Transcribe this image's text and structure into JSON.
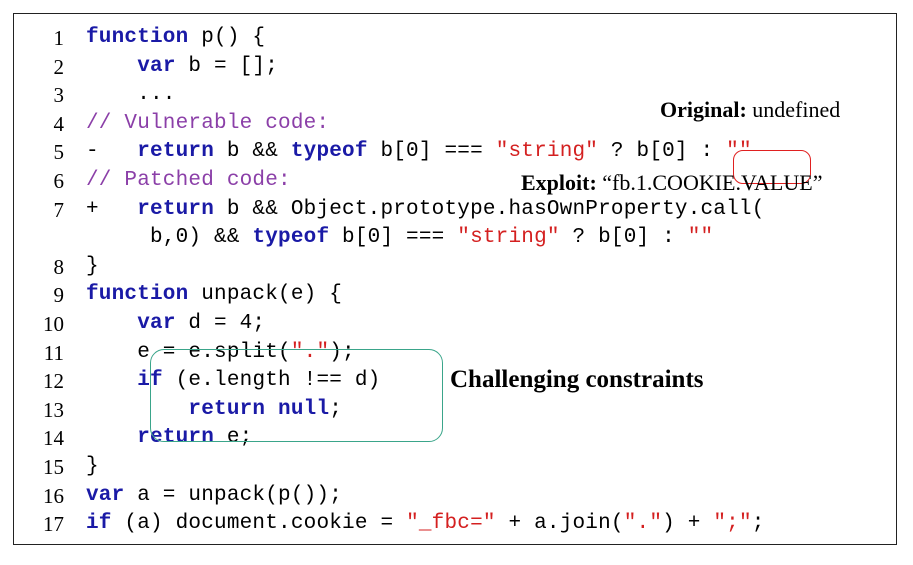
{
  "lines": [
    {
      "n": "1",
      "tokens": [
        {
          "t": "function",
          "c": "kw"
        },
        {
          "t": " p() {",
          "c": ""
        }
      ]
    },
    {
      "n": "2",
      "tokens": [
        {
          "t": "    ",
          "c": ""
        },
        {
          "t": "var",
          "c": "kw"
        },
        {
          "t": " b = [];",
          "c": ""
        }
      ]
    },
    {
      "n": "3",
      "tokens": [
        {
          "t": "    ...",
          "c": ""
        }
      ]
    },
    {
      "n": "4",
      "tokens": [
        {
          "t": "// Vulnerable code:",
          "c": "cm"
        }
      ]
    },
    {
      "n": "5",
      "tokens": [
        {
          "t": "-   ",
          "c": ""
        },
        {
          "t": "return",
          "c": "kw"
        },
        {
          "t": " b && ",
          "c": ""
        },
        {
          "t": "typeof",
          "c": "kw"
        },
        {
          "t": " b[0] === ",
          "c": ""
        },
        {
          "t": "\"string\"",
          "c": "str"
        },
        {
          "t": " ? b[0] : ",
          "c": ""
        },
        {
          "t": "\"\"",
          "c": "str"
        }
      ]
    },
    {
      "n": "6",
      "tokens": [
        {
          "t": "// Patched code:",
          "c": "cm"
        }
      ]
    },
    {
      "n": "7",
      "tokens": [
        {
          "t": "+   ",
          "c": ""
        },
        {
          "t": "return",
          "c": "kw"
        },
        {
          "t": " b && Object.prototype.hasOwnProperty.call(",
          "c": ""
        }
      ]
    },
    {
      "n": "",
      "tokens": [
        {
          "t": "     b,0) && ",
          "c": ""
        },
        {
          "t": "typeof",
          "c": "kw"
        },
        {
          "t": " b[0] === ",
          "c": ""
        },
        {
          "t": "\"string\"",
          "c": "str"
        },
        {
          "t": " ? b[0] : ",
          "c": ""
        },
        {
          "t": "\"\"",
          "c": "str"
        }
      ]
    },
    {
      "n": "8",
      "tokens": [
        {
          "t": "}",
          "c": ""
        }
      ]
    },
    {
      "n": "9",
      "tokens": [
        {
          "t": "function",
          "c": "kw"
        },
        {
          "t": " unpack(e) {",
          "c": ""
        }
      ]
    },
    {
      "n": "10",
      "tokens": [
        {
          "t": "    ",
          "c": ""
        },
        {
          "t": "var",
          "c": "kw"
        },
        {
          "t": " d = 4;",
          "c": ""
        }
      ]
    },
    {
      "n": "11",
      "tokens": [
        {
          "t": "    e = e.split(",
          "c": ""
        },
        {
          "t": "\".\"",
          "c": "str"
        },
        {
          "t": ");",
          "c": ""
        }
      ]
    },
    {
      "n": "12",
      "tokens": [
        {
          "t": "    ",
          "c": ""
        },
        {
          "t": "if",
          "c": "kw"
        },
        {
          "t": " (e.length !== d)",
          "c": ""
        }
      ]
    },
    {
      "n": "13",
      "tokens": [
        {
          "t": "        ",
          "c": ""
        },
        {
          "t": "return",
          "c": "kw"
        },
        {
          "t": " ",
          "c": ""
        },
        {
          "t": "null",
          "c": "kw"
        },
        {
          "t": ";",
          "c": ""
        }
      ]
    },
    {
      "n": "14",
      "tokens": [
        {
          "t": "    ",
          "c": ""
        },
        {
          "t": "return",
          "c": "kw"
        },
        {
          "t": " e;",
          "c": ""
        }
      ]
    },
    {
      "n": "15",
      "tokens": [
        {
          "t": "}",
          "c": ""
        }
      ]
    },
    {
      "n": "16",
      "tokens": [
        {
          "t": "var",
          "c": "kw"
        },
        {
          "t": " a = unpack(p());",
          "c": ""
        }
      ]
    },
    {
      "n": "17",
      "tokens": [
        {
          "t": "if",
          "c": "kw"
        },
        {
          "t": " (a) document.cookie = ",
          "c": ""
        },
        {
          "t": "\"_fbc=\"",
          "c": "str"
        },
        {
          "t": " + a.join(",
          "c": ""
        },
        {
          "t": "\".\"",
          "c": "str"
        },
        {
          "t": ") + ",
          "c": ""
        },
        {
          "t": "\";\"",
          "c": "str"
        },
        {
          "t": ";",
          "c": ""
        }
      ]
    }
  ],
  "annotations": {
    "original_label": "Original:",
    "original_value": " undefined",
    "exploit_label": "Exploit:",
    "exploit_value": " “fb.1.COOKIE.VALUE”",
    "constraints": "Challenging constraints"
  }
}
